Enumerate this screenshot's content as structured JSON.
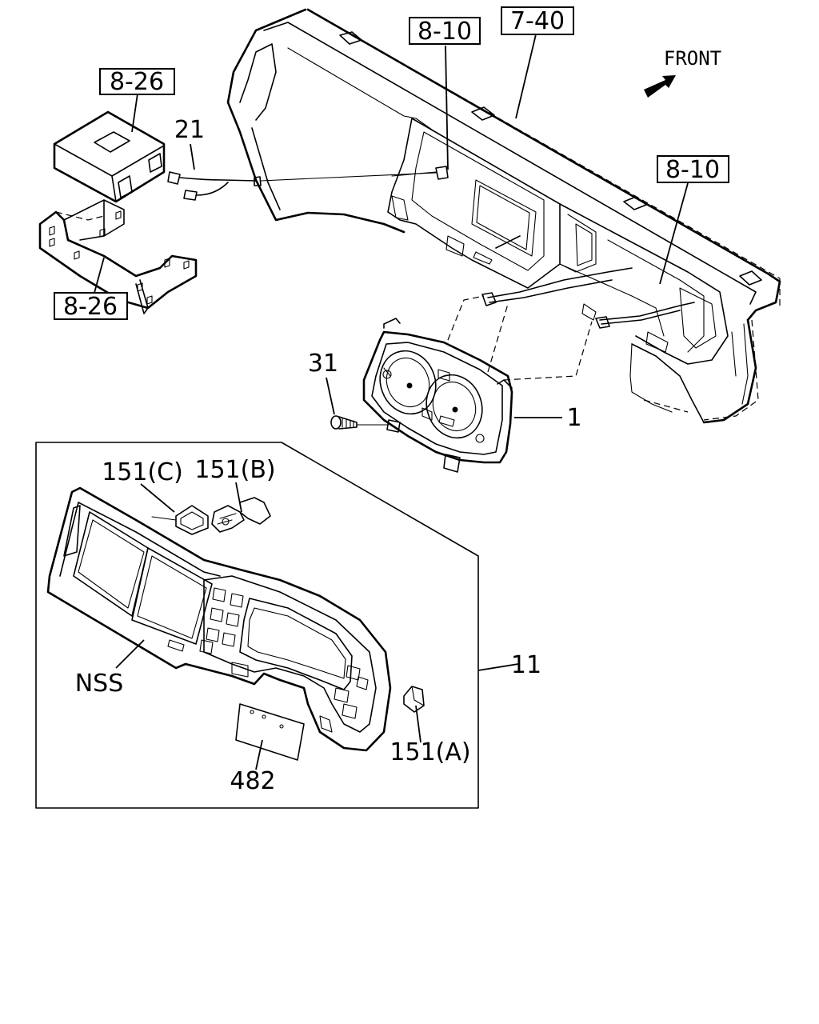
{
  "diagram": {
    "callouts": {
      "ref_8_26_top": "8-26",
      "ref_8_10_top": "8-10",
      "ref_7_40": "7-40",
      "front": "FRONT",
      "ref_8_10_right": "8-10",
      "part_21": "21",
      "ref_8_26_bottom": "8-26",
      "part_31": "31",
      "part_1": "1",
      "part_151c": "151(C)",
      "part_151b": "151(B)",
      "part_11": "11",
      "nss": "NSS",
      "part_151a": "151(A)",
      "part_482": "482"
    }
  }
}
